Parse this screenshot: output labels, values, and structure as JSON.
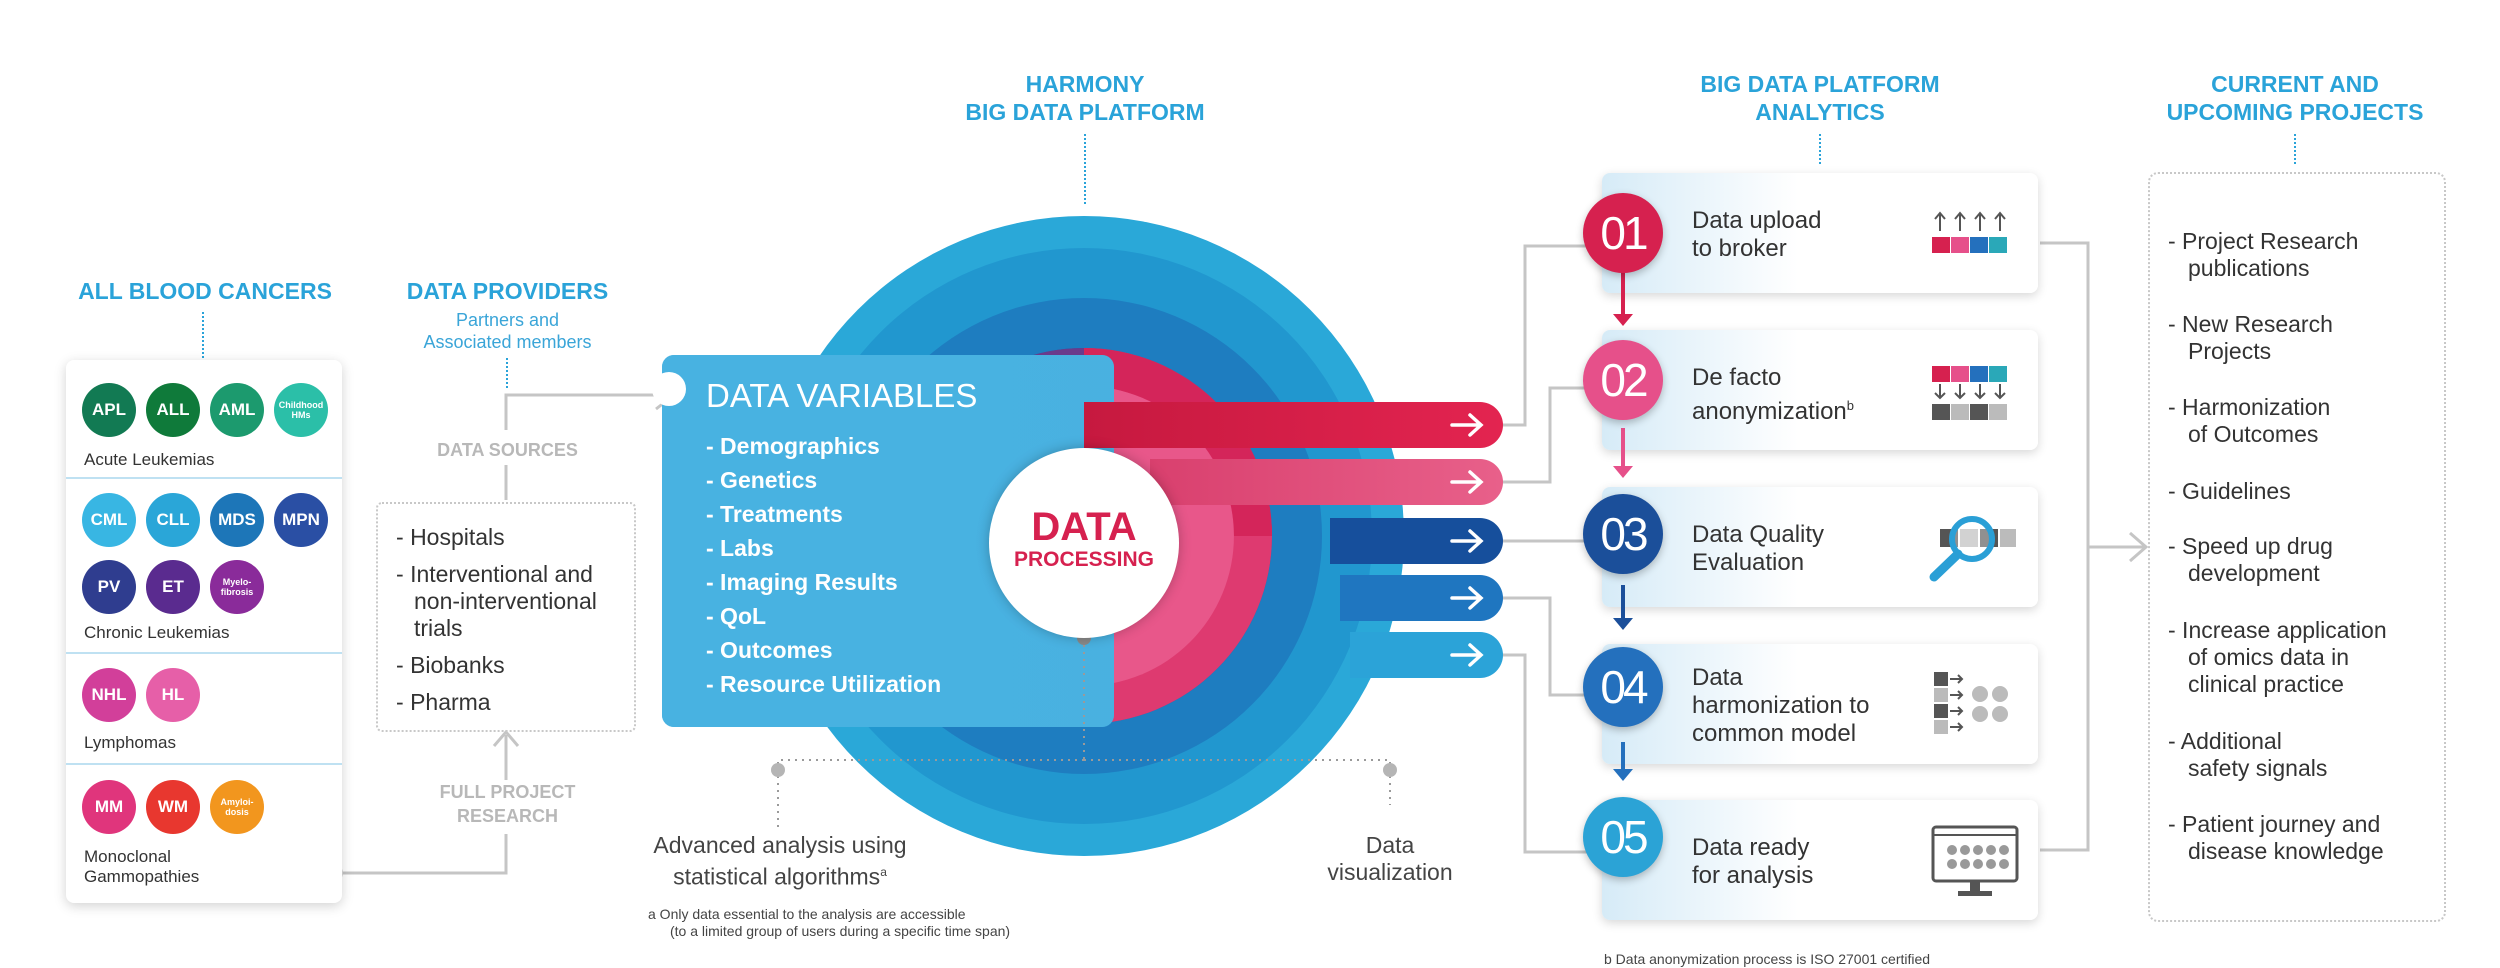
{
  "headers": {
    "all_blood_cancers": "ALL BLOOD CANCERS",
    "data_providers": "DATA  PROVIDERS",
    "providers_sub1": "Partners and",
    "providers_sub2": "Associated members",
    "harmony_1": "HARMONY",
    "harmony_2": "BIG DATA PLATFORM",
    "analytics_1": "BIG DATA PLATFORM",
    "analytics_2": "ANALYTICS",
    "projects_1": "CURRENT AND",
    "projects_2": "UPCOMING PROJECTS"
  },
  "cancers": {
    "acute": {
      "label": "Acute Leukemias",
      "items": [
        {
          "text": "APL",
          "color": "#127a53"
        },
        {
          "text": "ALL",
          "color": "#0f7a3a"
        },
        {
          "text": "AML",
          "color": "#1c9a6e"
        },
        {
          "text": "Childhood HMs",
          "color": "#2bbfa8"
        }
      ]
    },
    "chronic": {
      "label": "Chronic Leukemias",
      "items": [
        {
          "text": "CML",
          "color": "#38b6e3"
        },
        {
          "text": "CLL",
          "color": "#2aa6d8"
        },
        {
          "text": "MDS",
          "color": "#1d76b8"
        },
        {
          "text": "MPN",
          "color": "#2a4fa4"
        },
        {
          "text": "PV",
          "color": "#2f3d8f"
        },
        {
          "text": "ET",
          "color": "#5a2b8f"
        },
        {
          "text": "Myelo-fibrosis",
          "color": "#8a2b9a"
        }
      ]
    },
    "lymphomas": {
      "label": "Lymphomas",
      "items": [
        {
          "text": "NHL",
          "color": "#d23f9a"
        },
        {
          "text": "HL",
          "color": "#e65fa8"
        }
      ]
    },
    "gammopathies": {
      "label_1": "Monoclonal",
      "label_2": "Gammopathies",
      "items": [
        {
          "text": "MM",
          "color": "#e0357c"
        },
        {
          "text": "WM",
          "color": "#e8372f"
        },
        {
          "text": "Amyloi-dosis",
          "color": "#f2961e"
        }
      ]
    }
  },
  "flow_labels": {
    "data_sources": "DATA SOURCES",
    "full_1": "FULL PROJECT",
    "full_2": "RESEARCH"
  },
  "providers": [
    {
      "line1": "Hospitals"
    },
    {
      "line1": "Interventional and",
      "line2": "non-interventional",
      "line3": "trials"
    },
    {
      "line1": "Biobanks"
    },
    {
      "line1": "Pharma"
    }
  ],
  "variables": {
    "title": "DATA VARIABLES",
    "items": [
      "- Demographics",
      "- Genetics",
      "- Treatments",
      "- Labs",
      "- Imaging Results",
      "- QoL",
      "- Outcomes",
      "- Resource Utilization"
    ]
  },
  "center": {
    "line1": "DATA",
    "line2": "PROCESSING"
  },
  "bottom_labels": {
    "analysis_1": "Advanced analysis using",
    "analysis_2": "statistical algorithms",
    "analysis_sup": "a",
    "visual_1": "Data",
    "visual_2": "visualization"
  },
  "steps": [
    {
      "num": "01",
      "line1": "Data upload",
      "line2": "to broker",
      "color": "#d6214f"
    },
    {
      "num": "02",
      "line1": "De facto",
      "line2": "anonymization",
      "sup": "b",
      "color": "#e6508a"
    },
    {
      "num": "03",
      "line1": "Data Quality",
      "line2": "Evaluation",
      "color": "#1b4f9a"
    },
    {
      "num": "04",
      "line1": "Data",
      "line2": "harmonization to",
      "line3": "common model",
      "color": "#2470bd"
    },
    {
      "num": "05",
      "line1": "Data ready",
      "line2": "for analysis",
      "color": "#2ba3d6"
    }
  ],
  "projects": [
    {
      "line1": "- Project Research",
      "line2": "publications"
    },
    {
      "line1": "- New Research",
      "line2": "Projects"
    },
    {
      "line1": "- Harmonization",
      "line2": "of Outcomes"
    },
    {
      "line1": "- Guidelines"
    },
    {
      "line1": "- Speed up drug",
      "line2": "development"
    },
    {
      "line1": "- Increase application",
      "line2": "of omics data in",
      "line3": "clinical practice"
    },
    {
      "line1": "- Additional",
      "line2": "safety signals"
    },
    {
      "line1": "- Patient journey and",
      "line2": "disease knowledge"
    }
  ],
  "footnotes": {
    "a_1": "a   Only data essential to the analysis are accessible",
    "a_2": "(to a limited group of users during a specific time span)",
    "b": "b   Data anonymization process is ISO 27001 certified"
  }
}
